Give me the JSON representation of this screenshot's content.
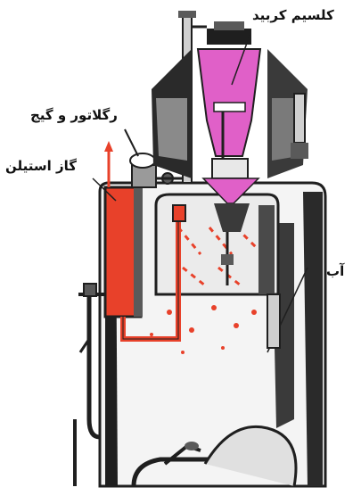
{
  "labels": {
    "calcium_carbide": "کلسیم کربید",
    "regulator_gauge": "رگلاتور و گیج",
    "acetylene_gas": "گاز استیلن",
    "water": "آب"
  },
  "colors": {
    "metal_dark": "#1f1f1f",
    "metal_mid": "#5a5a5a",
    "metal_light": "#9a9a9a",
    "carbide_magenta": "#e060c8",
    "gas_red": "#e8412a",
    "water_white": "#f4f4f4"
  },
  "icons": {
    "carbide-hopper": "magenta hopper",
    "gas-column": "red cylinder",
    "regulator": "valve",
    "water-tank": "tank body"
  }
}
